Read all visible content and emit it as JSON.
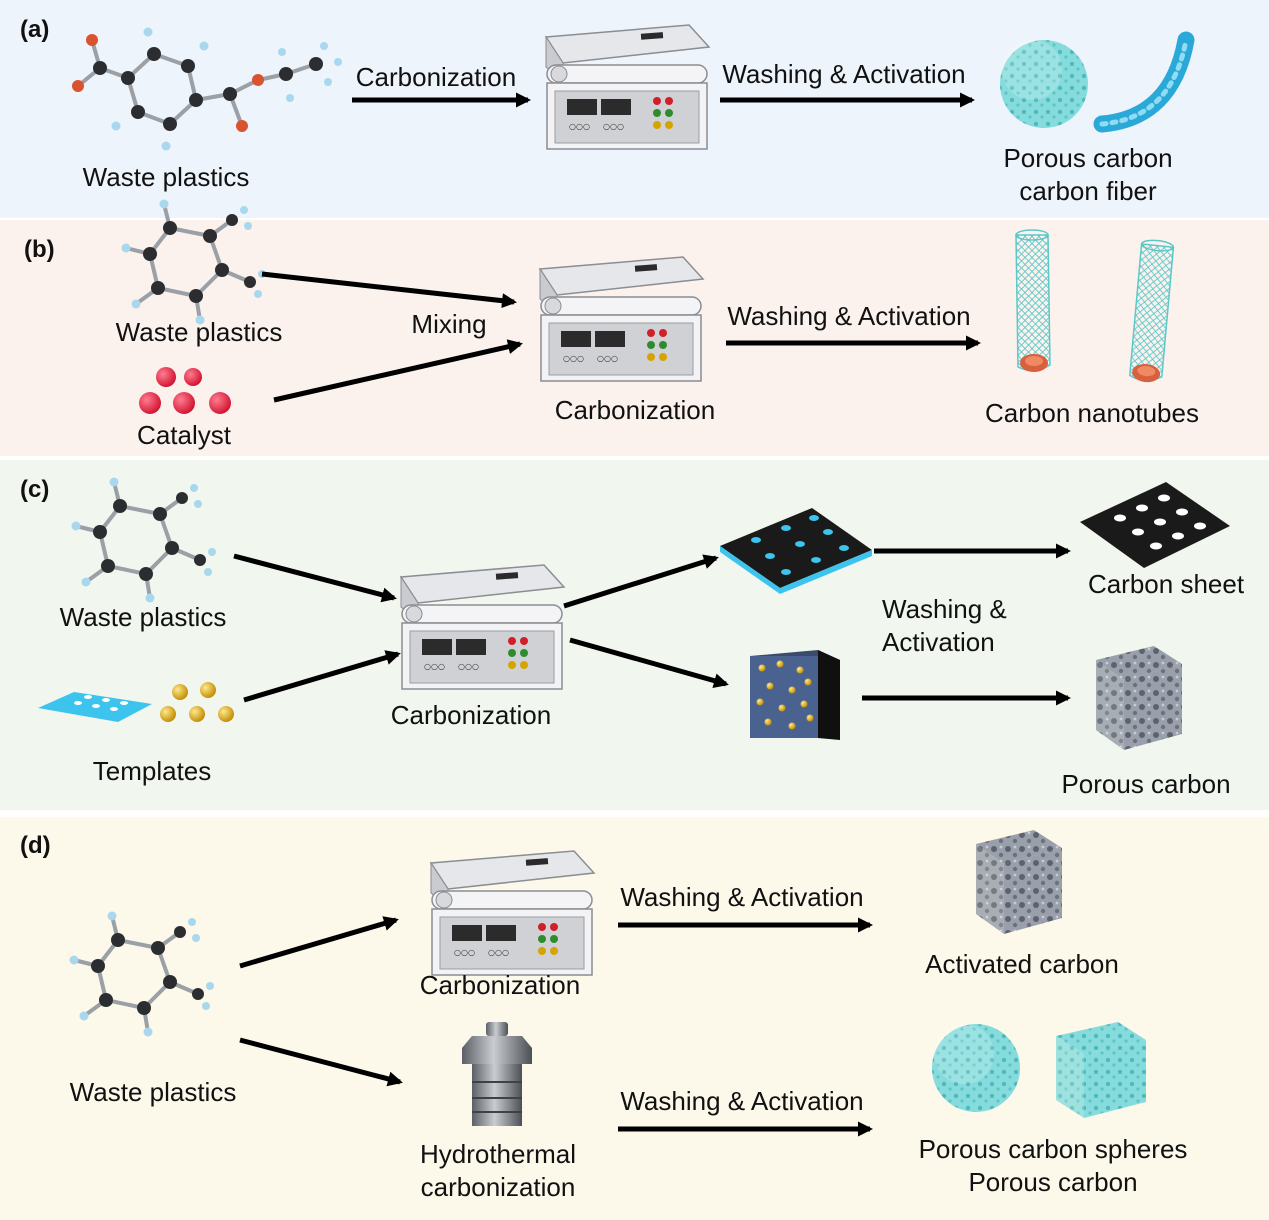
{
  "panels": {
    "a": {
      "label": "(a)",
      "source": "Waste plastics",
      "step1": "Carbonization",
      "step2": "Washing & Activation",
      "product_line1": "Porous carbon",
      "product_line2": "carbon fiber"
    },
    "b": {
      "label": "(b)",
      "source": "Waste plastics",
      "catalyst": "Catalyst",
      "mixing": "Mixing",
      "furnace": "Carbonization",
      "step2": "Washing & Activation",
      "product": "Carbon nanotubes"
    },
    "c": {
      "label": "(c)",
      "source": "Waste plastics",
      "templates": "Templates",
      "furnace": "Carbonization",
      "step2_line1": "Washing &",
      "step2_line2": "Activation",
      "product_top": "Carbon sheet",
      "product_bottom": "Porous carbon"
    },
    "d": {
      "label": "(d)",
      "source": "Waste plastics",
      "furnace": "Carbonization",
      "reactor_line1": "Hydrothermal",
      "reactor_line2": "carbonization",
      "step_top": "Washing & Activation",
      "step_bottom": "Washing & Activation",
      "product_top": "Activated carbon",
      "product_bottom_line1": "Porous carbon spheres",
      "product_bottom_line2": "Porous carbon"
    }
  },
  "colors": {
    "panel_a_bg": "#eef4fb",
    "panel_b_bg": "#fbf2ee",
    "panel_c_bg": "#f1f6ef",
    "panel_d_bg": "#fcf8ea",
    "porous_cyan": "#7fdcdc",
    "catalyst_red": "#e0213f",
    "template_gold": "#e0b020",
    "template_blue": "#3cc4ee"
  }
}
